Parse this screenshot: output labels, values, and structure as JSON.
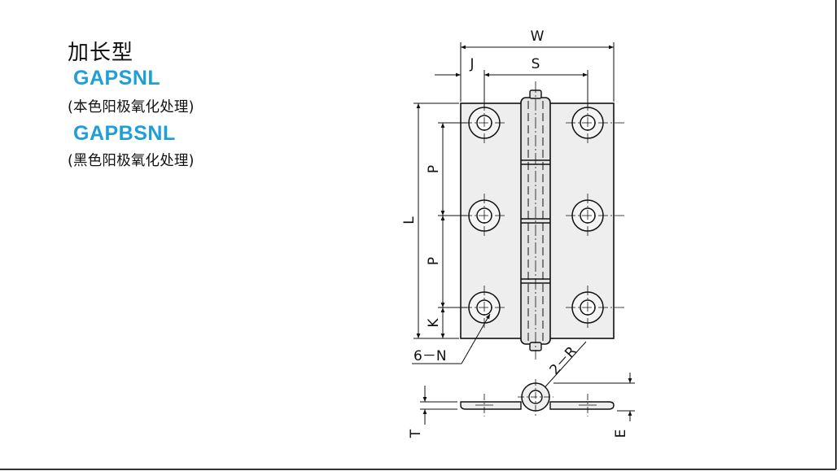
{
  "series_heading": "加长型",
  "variants": [
    {
      "code": "GAPSNL",
      "note": "(本色阳极氧化处理)"
    },
    {
      "code": "GAPBSNL",
      "note": "(黑色阳极氧化处理)"
    }
  ],
  "dimension_labels": {
    "width": "W",
    "edge_offset": "J",
    "hole_spacing_horizontal": "S",
    "length": "L",
    "pitch_upper": "P",
    "pitch_lower": "P",
    "end_offset": "K",
    "hole_callout": "6－N",
    "radius_callout": "2－R",
    "thickness": "T",
    "knuckle_height": "E"
  },
  "colors": {
    "code_blue": "#1e9fd8",
    "plate_fill": "#eeeeee",
    "line": "#111111"
  }
}
